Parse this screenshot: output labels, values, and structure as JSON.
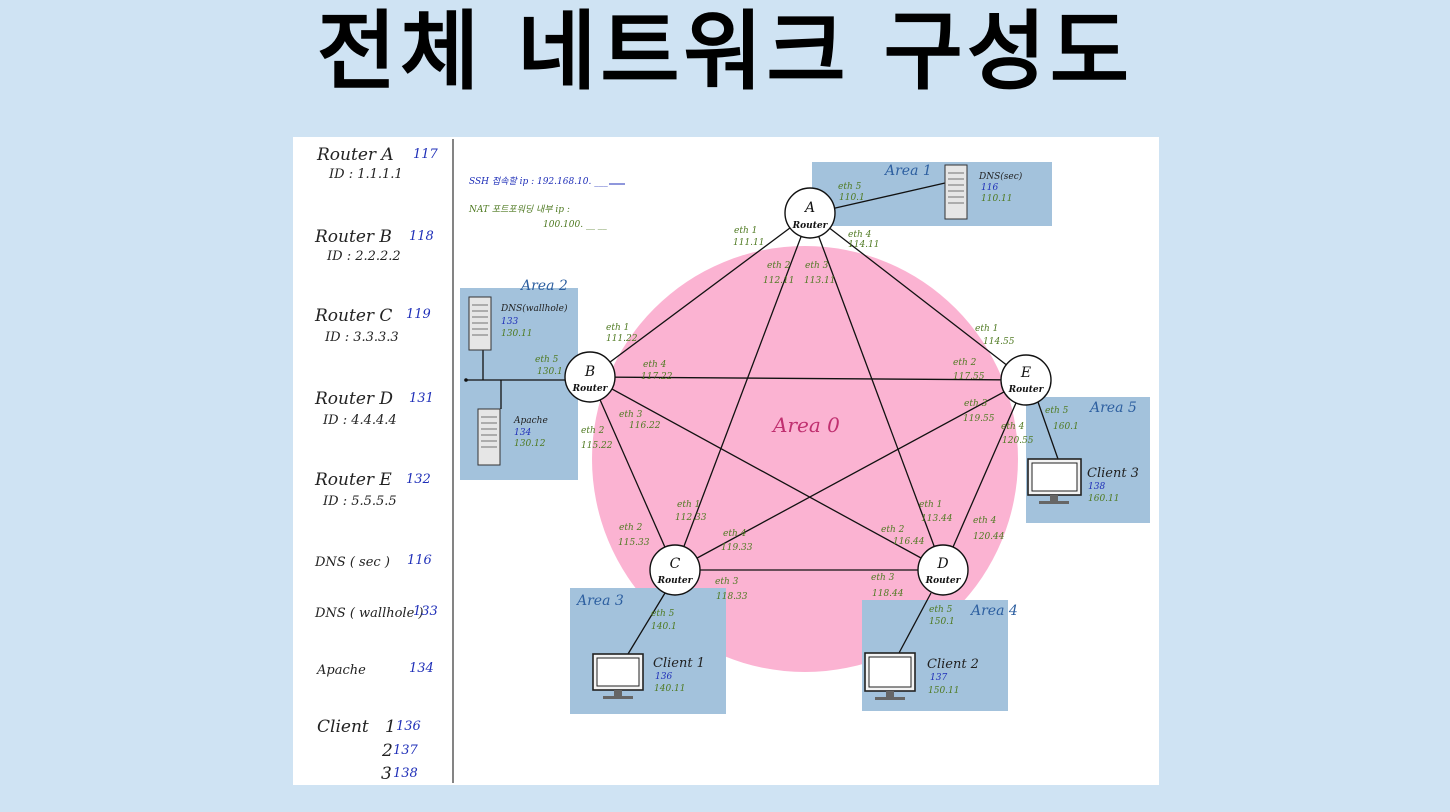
{
  "title": "전체 네트워크 구성도",
  "legend": {
    "routers": [
      {
        "name": "Router  A",
        "num": "117",
        "id": "ID : 1.1.1.1"
      },
      {
        "name": "Router  B",
        "num": "118",
        "id": "ID : 2.2.2.2"
      },
      {
        "name": "Router  C",
        "num": "119",
        "id": "ID : 3.3.3.3"
      },
      {
        "name": "Router  D",
        "num": "131",
        "id": "ID : 4.4.4.4"
      },
      {
        "name": "Router  E",
        "num": "132",
        "id": "ID : 5.5.5.5"
      }
    ],
    "dns_sec": {
      "name": "DNS ( sec )",
      "num": "116"
    },
    "dns_wall": {
      "name": "DNS ( wallhole )",
      "num": "133"
    },
    "apache": {
      "name": "Apache",
      "num": "134"
    },
    "client_label": "Client",
    "clients": [
      {
        "idx": "1",
        "num": "136"
      },
      {
        "idx": "2",
        "num": "137"
      },
      {
        "idx": "3",
        "num": "138"
      }
    ]
  },
  "notes": {
    "ssh": "SSH 접속할 ip : 192.168.10. ___",
    "nat1": "NAT 포트포워딩 내부 ip :",
    "nat2": "100.100. __ __"
  },
  "areas": {
    "a0": "Area 0",
    "a1": "Area 1",
    "a2": "Area 2",
    "a3": "Area 3",
    "a4": "Area 4",
    "a5": "Area 5"
  },
  "routers": {
    "a": "A",
    "b": "B",
    "c": "C",
    "d": "D",
    "e": "E",
    "sub": "Router"
  },
  "ifaces": {
    "a_eth1": "eth 1",
    "a_eth1_ip": "111.11",
    "a_eth2": "eth 2",
    "a_eth2_ip": "112.11",
    "a_eth3": "eth 3",
    "a_eth3_ip": "113.11",
    "a_eth4": "eth 4",
    "a_eth4_ip": "114.11",
    "a_eth5": "eth 5",
    "a_eth5_ip": "110.1",
    "b_eth1": "eth 1",
    "b_eth1_ip": "111.22",
    "b_eth2": "eth 2",
    "b_eth2_ip": "115.22",
    "b_eth3": "eth 3",
    "b_eth3_ip": "116.22",
    "b_eth4": "eth 4",
    "b_eth4_ip": "117.22",
    "b_eth5": "eth 5",
    "b_eth5_ip": "130.1",
    "c_eth1": "eth 1",
    "c_eth1_ip": "112.33",
    "c_eth2": "eth 2",
    "c_eth2_ip": "115.33",
    "c_eth3": "eth 3",
    "c_eth3_ip": "118.33",
    "c_eth4": "eth 4",
    "c_eth4_ip": "119.33",
    "c_eth5": "eth 5",
    "c_eth5_ip": "140.1",
    "d_eth1": "eth 1",
    "d_eth1_ip": "113.44",
    "d_eth2": "eth 2",
    "d_eth2_ip": "116.44",
    "d_eth3": "eth 3",
    "d_eth3_ip": "118.44",
    "d_eth4": "eth 4",
    "d_eth4_ip": "120.44",
    "d_eth5": "eth 5",
    "d_eth5_ip": "150.1",
    "e_eth1": "eth 1",
    "e_eth1_ip": "114.55",
    "e_eth2": "eth 2",
    "e_eth2_ip": "117.55",
    "e_eth3": "eth 3",
    "e_eth3_ip": "119.55",
    "e_eth4": "eth 4",
    "e_eth4_ip": "120.55",
    "e_eth5": "eth 5",
    "e_eth5_ip": "160.1"
  },
  "hosts": {
    "dns_sec": {
      "name": "DNS(sec)",
      "num": "116",
      "ip": "110.11"
    },
    "dns_wall": {
      "name": "DNS(wallhole)",
      "num": "133",
      "ip": "130.11"
    },
    "apache": {
      "name": "Apache",
      "num": "134",
      "ip": "130.12"
    },
    "client1": {
      "name": "Client  1",
      "num": "136",
      "ip": "140.11"
    },
    "client2": {
      "name": "Client  2",
      "num": "137",
      "ip": "150.11"
    },
    "client3": {
      "name": "Client  3",
      "num": "138",
      "ip": "160.11"
    }
  },
  "colors": {
    "background": "#cfe3f3",
    "area0": "#fbb3d2",
    "area_box": "#a3c2dc",
    "iface_green": "#4f7a22",
    "number_blue": "#1f2fb8"
  }
}
